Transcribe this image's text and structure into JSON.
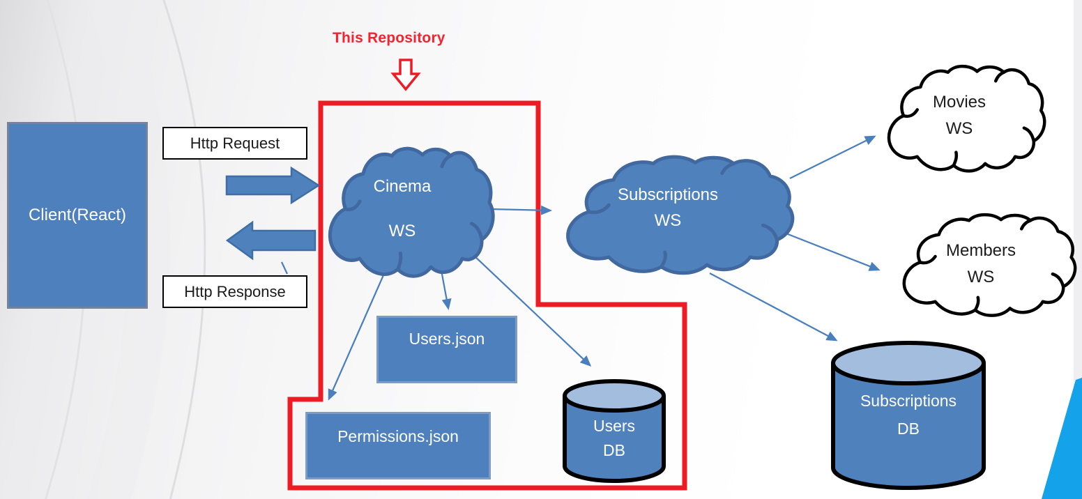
{
  "diagram": {
    "annotation": {
      "label": "This Repository"
    },
    "client": {
      "label": "Client(React)"
    },
    "http_request": {
      "label": "Http Request"
    },
    "http_response": {
      "label": "Http Response"
    },
    "clouds": {
      "cinema": {
        "line1": "Cinema",
        "line2": "WS"
      },
      "subscriptions": {
        "line1": "Subscriptions",
        "line2": "WS"
      },
      "movies": {
        "line1": "Movies",
        "line2": "WS"
      },
      "members": {
        "line1": "Members",
        "line2": "WS"
      }
    },
    "files": {
      "users_json": {
        "label": "Users.json"
      },
      "permissions_json": {
        "label": "Permissions.json"
      }
    },
    "databases": {
      "users_db": {
        "line1": "Users",
        "line2": "DB"
      },
      "subscriptions_db": {
        "line1": "Subscriptions",
        "line2": "DB"
      }
    },
    "colors": {
      "shape_blue": "#4f81bd",
      "shape_blue_border": "#41699f",
      "cylinder_top_blue": "#a3bddf",
      "boundary_red": "#ed1c24",
      "annotation_red": "#f5232e",
      "connector_blue": "#4a7fbe",
      "accent_stripe_blue": "#14a3ea"
    }
  }
}
